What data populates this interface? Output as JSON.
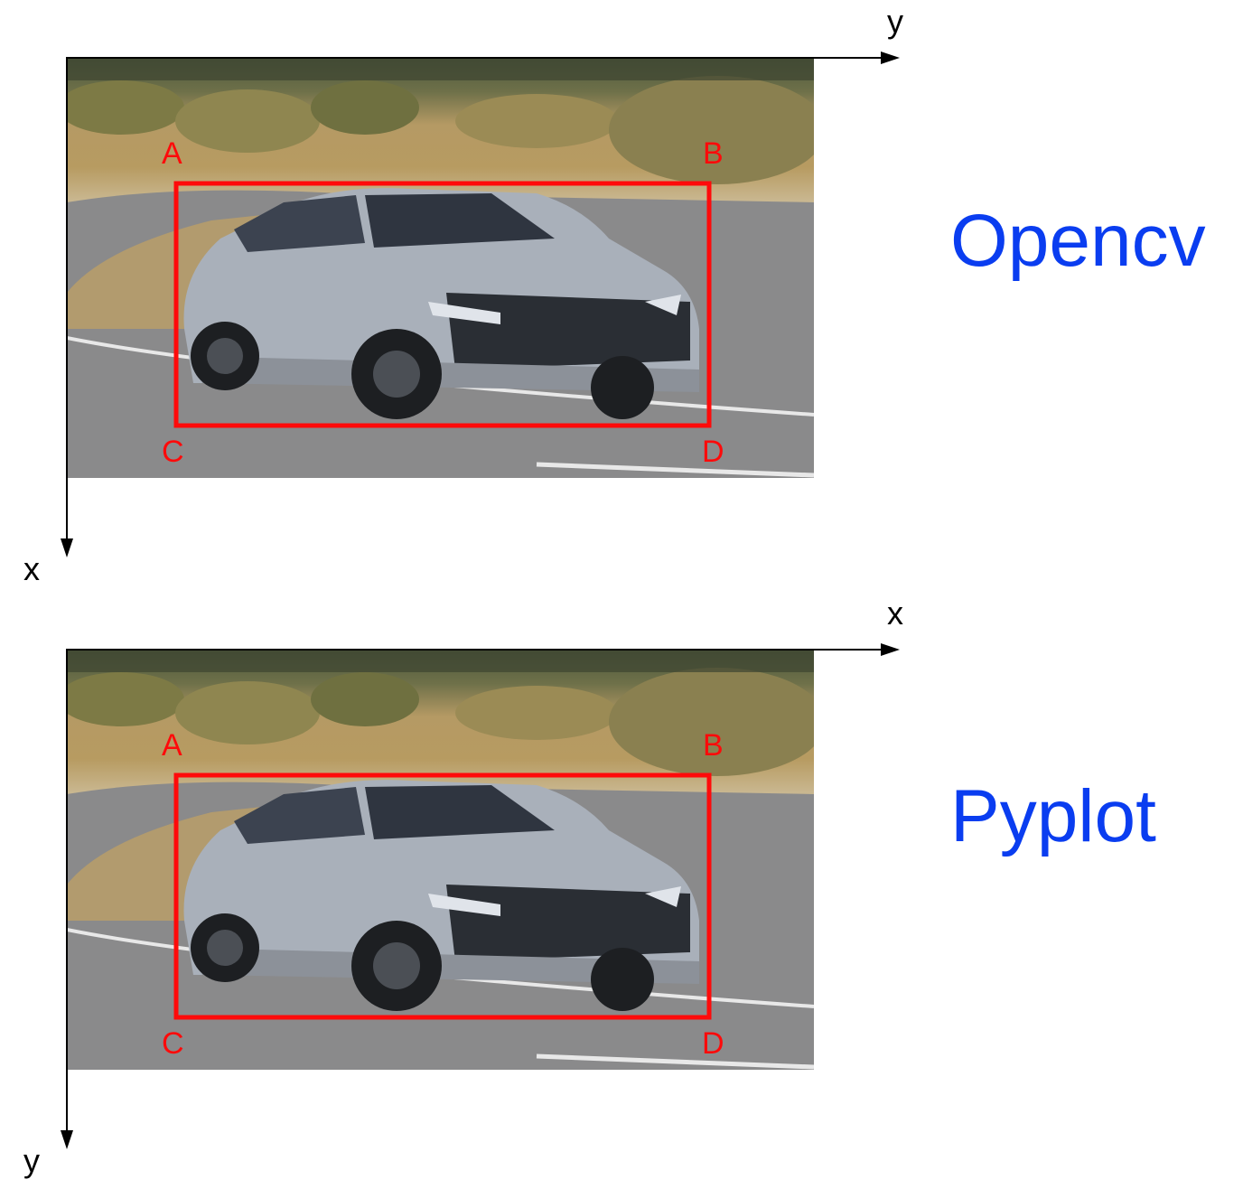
{
  "colors": {
    "bbox": "#ff0a0a",
    "corner_labels": "#ff0a0a",
    "title": "#0a3df0",
    "axes": "#000000"
  },
  "panels": [
    {
      "title": "Opencv",
      "horizontal_axis_label": "y",
      "vertical_axis_label": "x",
      "corners": {
        "a": "A",
        "b": "B",
        "c": "C",
        "d": "D"
      }
    },
    {
      "title": "Pyplot",
      "horizontal_axis_label": "x",
      "vertical_axis_label": "y",
      "corners": {
        "a": "A",
        "b": "B",
        "c": "C",
        "d": "D"
      }
    }
  ]
}
